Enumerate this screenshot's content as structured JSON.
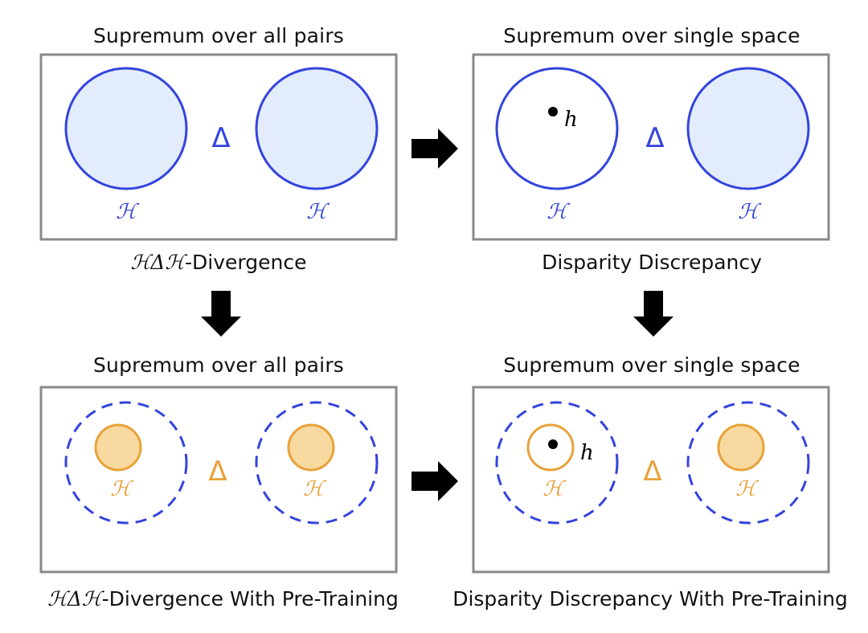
{
  "panels": [
    {
      "heading": "Supremum over all pairs",
      "caption_symbol": "ℋΔℋ",
      "caption_rest": "-Divergence",
      "left_label": "ℋ",
      "delta": "Δ",
      "right_label": "ℋ",
      "point_label": ""
    },
    {
      "heading": "Supremum over single space",
      "caption_symbol": "",
      "caption_rest": "Disparity Discrepancy",
      "left_label": "ℋ",
      "delta": "Δ",
      "right_label": "ℋ",
      "point_label": "h"
    },
    {
      "heading": "Supremum over all pairs",
      "caption_symbol": "ℋΔℋ",
      "caption_rest": "-Divergence With Pre-Training",
      "left_label": "ℋ",
      "delta": "Δ",
      "right_label": "ℋ",
      "point_label": ""
    },
    {
      "heading": "Supremum over single space",
      "caption_symbol": "",
      "caption_rest": "Disparity Discrepancy With Pre-Training",
      "left_label": "ℋ",
      "delta": "Δ",
      "right_label": "ℋ",
      "point_label": "h"
    }
  ],
  "colors": {
    "blue": "#3344dd",
    "blue_fill": "#e3ecfb",
    "orange": "#e8a23a",
    "orange_fill": "#f8d9a0",
    "frame": "#8a8a8a",
    "arrow": "#000000"
  }
}
